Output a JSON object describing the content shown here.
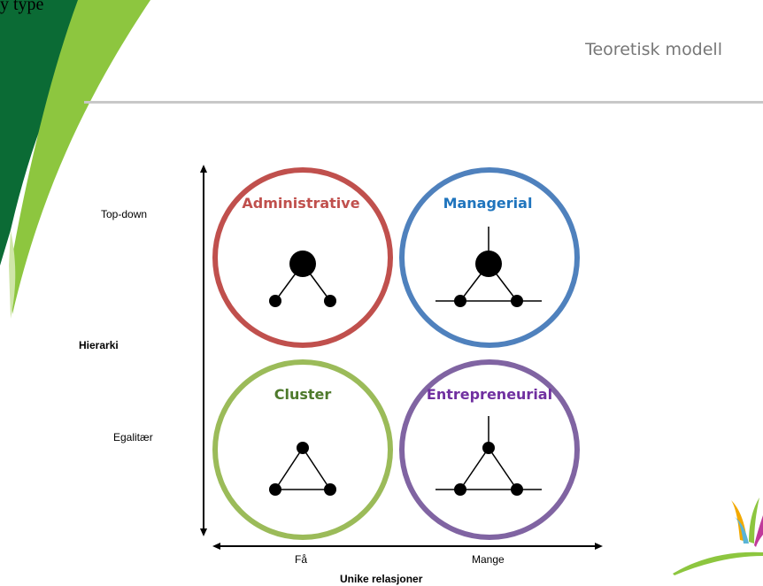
{
  "slide": {
    "top_snippet": "y type",
    "title": "Teoretisk modell"
  },
  "axes": {
    "y_label": "Hierarki",
    "y_high": "Top-down",
    "y_low": "Egalitær",
    "x_label": "Unike relasjoner",
    "x_low": "Få",
    "x_high": "Mange"
  },
  "quadrants": [
    {
      "title": "Administrative",
      "color": "#c0504d"
    },
    {
      "title": "Managerial",
      "color": "#4f81bd"
    },
    {
      "title": "Cluster",
      "color": "#9bbb59"
    },
    {
      "title": "Entrepreneurial",
      "color": "#8064a2"
    }
  ],
  "quadrant_title_colors": {
    "Administrative": "#c0504d",
    "Managerial": "#1f74bd",
    "Cluster": "#4e7a2c",
    "Entrepreneurial": "#7030a0"
  },
  "decor": {
    "dark_green": "#0b6b35",
    "light_green": "#8dc63f"
  }
}
